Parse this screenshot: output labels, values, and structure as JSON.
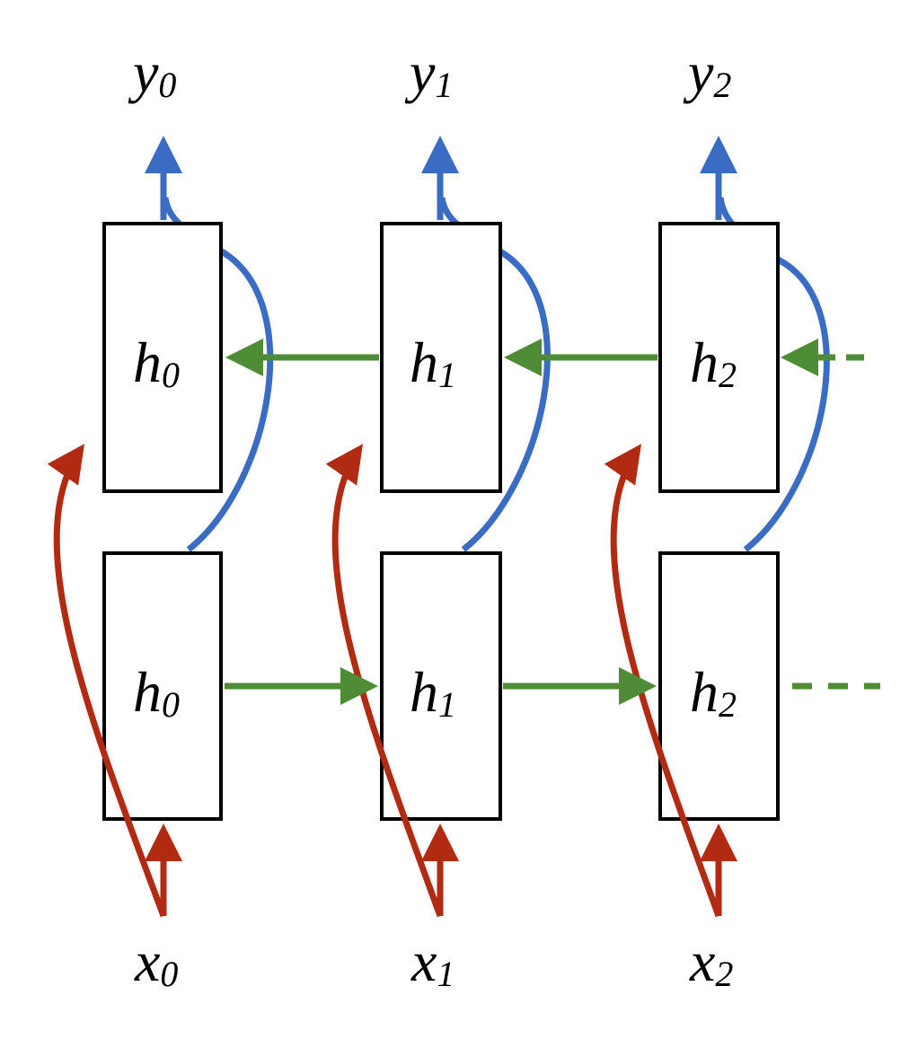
{
  "colors": {
    "input_edge": "#b12a12",
    "output_edge": "#3a6cc4",
    "recurrent_edge": "#4e8c35",
    "box_stroke": "#000000"
  },
  "columns": [
    {
      "output": {
        "base": "y",
        "sub": "0"
      },
      "backward_state": {
        "base": "h",
        "sub": "0"
      },
      "forward_state": {
        "base": "h",
        "sub": "0"
      },
      "input": {
        "base": "x",
        "sub": "0"
      }
    },
    {
      "output": {
        "base": "y",
        "sub": "1"
      },
      "backward_state": {
        "base": "h",
        "sub": "1"
      },
      "forward_state": {
        "base": "h",
        "sub": "1"
      },
      "input": {
        "base": "x",
        "sub": "1"
      }
    },
    {
      "output": {
        "base": "y",
        "sub": "2"
      },
      "backward_state": {
        "base": "h",
        "sub": "2"
      },
      "forward_state": {
        "base": "h",
        "sub": "2"
      },
      "input": {
        "base": "x",
        "sub": "2"
      }
    }
  ]
}
